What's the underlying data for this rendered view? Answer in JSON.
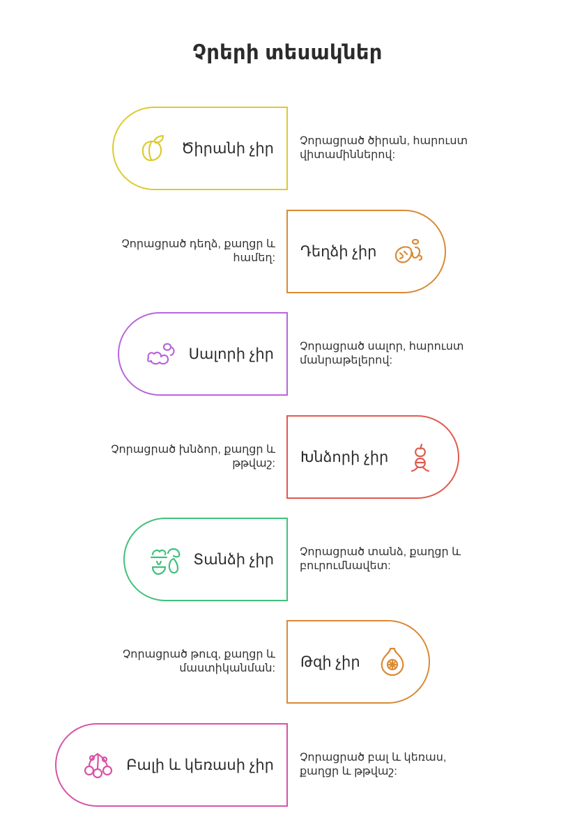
{
  "title": "Չրերի տեսակներ",
  "items": [
    {
      "label": "Ծիրանի չիր",
      "description": "Չորացրած ծիրան, հարուստ վիտամիններով:",
      "color": "#dccb2f",
      "icon": "apricot-icon"
    },
    {
      "label": "Դեղձի չիր",
      "description": "Չորացրած դեղձ, քաղցր և համեղ:",
      "color": "#d98a35",
      "icon": "peach-icon"
    },
    {
      "label": "Սալորի չիր",
      "description": "Չորացրած սալոր, հարուստ մանրաթելերով:",
      "color": "#b766dc",
      "icon": "plum-icon"
    },
    {
      "label": "Խնձորի չիր",
      "description": "Չորացրած խնձոր, քաղցր և թթվաշ:",
      "color": "#df5a4e",
      "icon": "apple-icon"
    },
    {
      "label": "Տանձի չիր",
      "description": "Չորացրած տանձ, քաղցր և բուրումնավետ:",
      "color": "#41c07c",
      "icon": "pear-icon"
    },
    {
      "label": "Թզի չիր",
      "description": "Չորացրած թուզ, քաղցր և մաստիկանման:",
      "color": "#d98a35",
      "icon": "fig-icon"
    },
    {
      "label": "Բալի և կեռասի չիր",
      "description": "Չորացրած բալ և կեռաս, քաղցր և թթվաշ:",
      "color": "#d952a6",
      "icon": "cherry-icon"
    }
  ]
}
